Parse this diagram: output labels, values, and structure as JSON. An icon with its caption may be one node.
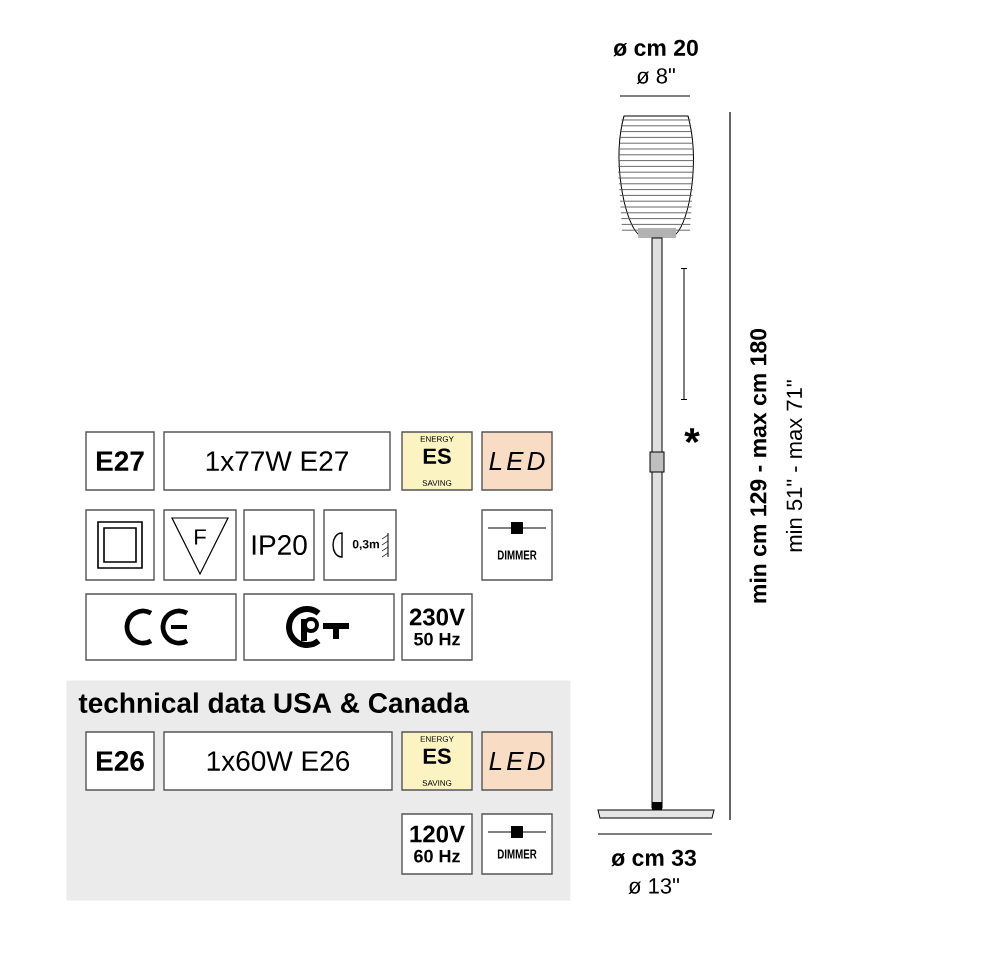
{
  "diagram": {
    "nodes": [
      {
        "text": [
          "E27"
        ]
      },
      {
        "text": [
          "1x77W E27"
        ]
      },
      {
        "text": [
          "ENERGY",
          "ES",
          "SAVING"
        ]
      },
      {
        "text": [
          "LED"
        ]
      },
      {
        "text": [],
        "shape": "box"
      },
      {
        "text": [
          "F"
        ]
      },
      {
        "text": [
          "IP20"
        ]
      },
      {
        "text": [
          "0,3m"
        ]
      },
      {
        "text": [
          "DIMMER"
        ]
      },
      {
        "text": [],
        "shape": "box"
      },
      {
        "text": [],
        "shape": "box"
      },
      {
        "text": [
          "230V",
          "50 Hz"
        ]
      },
      {
        "text": [
          "technical data USA & Canada"
        ]
      },
      {
        "text": [
          "E26"
        ],
        "in": 12
      },
      {
        "text": [
          "1x60W E26"
        ],
        "in": 12
      },
      {
        "text": [
          "ENERGY",
          "ES",
          "SAVING"
        ],
        "in": 12
      },
      {
        "text": [
          "LED"
        ],
        "in": 12
      },
      {
        "text": [
          "120V",
          "60 Hz"
        ],
        "in": 12
      },
      {
        "text": [
          "DIMMER"
        ],
        "in": 12
      }
    ],
    "labels": [
      "ø cm 20",
      "ø 8\"",
      "min cm 129 - max cm 180",
      "min 51\" - max 71\"",
      "*",
      "ø cm 33",
      "ø 13\""
    ]
  }
}
